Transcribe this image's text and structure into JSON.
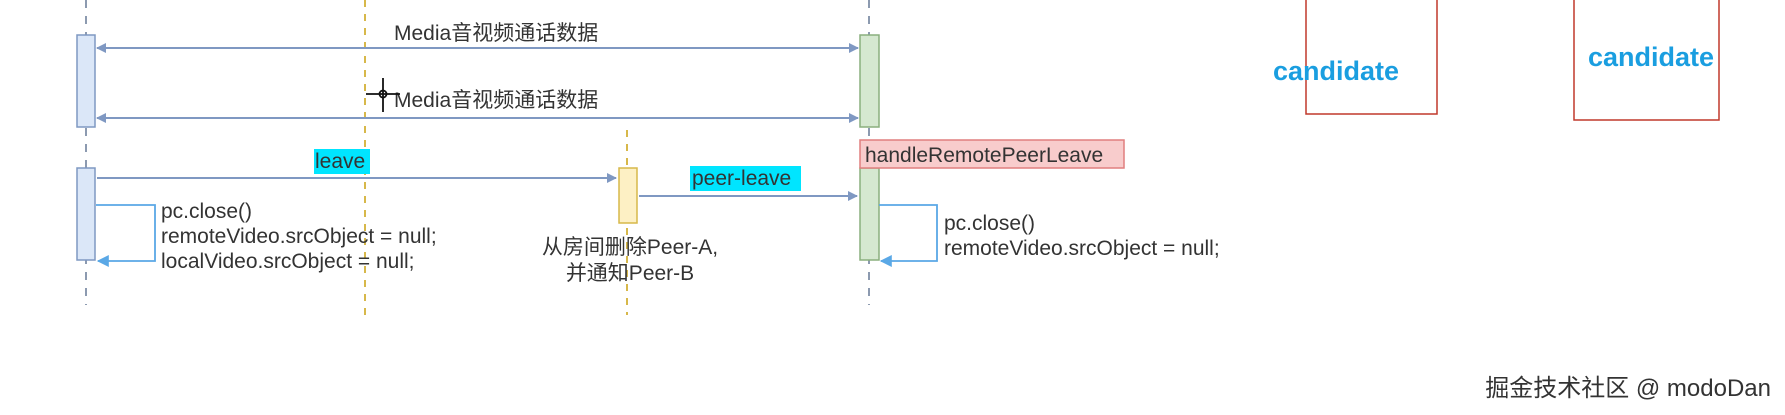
{
  "messages": {
    "media_top": "Media音视频通话数据",
    "media_bottom": "Media音视频通话数据",
    "leave": "leave",
    "peer_leave": "peer-leave"
  },
  "notes": {
    "handler": "handleRemotePeerLeave",
    "a_close": "pc.close()",
    "a_remote": "remoteVideo.srcObject = null;",
    "a_local": "localVideo.srcObject = null;",
    "server_line1": "从房间删除Peer-A,",
    "server_line2": "并通知Peer-B",
    "b_close": "pc.close()",
    "b_remote": "remoteVideo.srcObject = null;"
  },
  "candidates": [
    "candidate",
    "candidate"
  ],
  "watermark": "掘金技术社区 @ modoDan",
  "colors": {
    "arrow": "#7f98c2",
    "activation_blue": "#dbe7f8",
    "activation_green": "#d5e8d0",
    "activation_yellow": "#fdf0c4",
    "highlight": "#00e5ff",
    "handler_fill": "#f8cccc",
    "candidate_text": "#1a9ee0",
    "candidate_box": "#c0392b"
  },
  "icons": [
    "crosshair-cursor-icon"
  ]
}
